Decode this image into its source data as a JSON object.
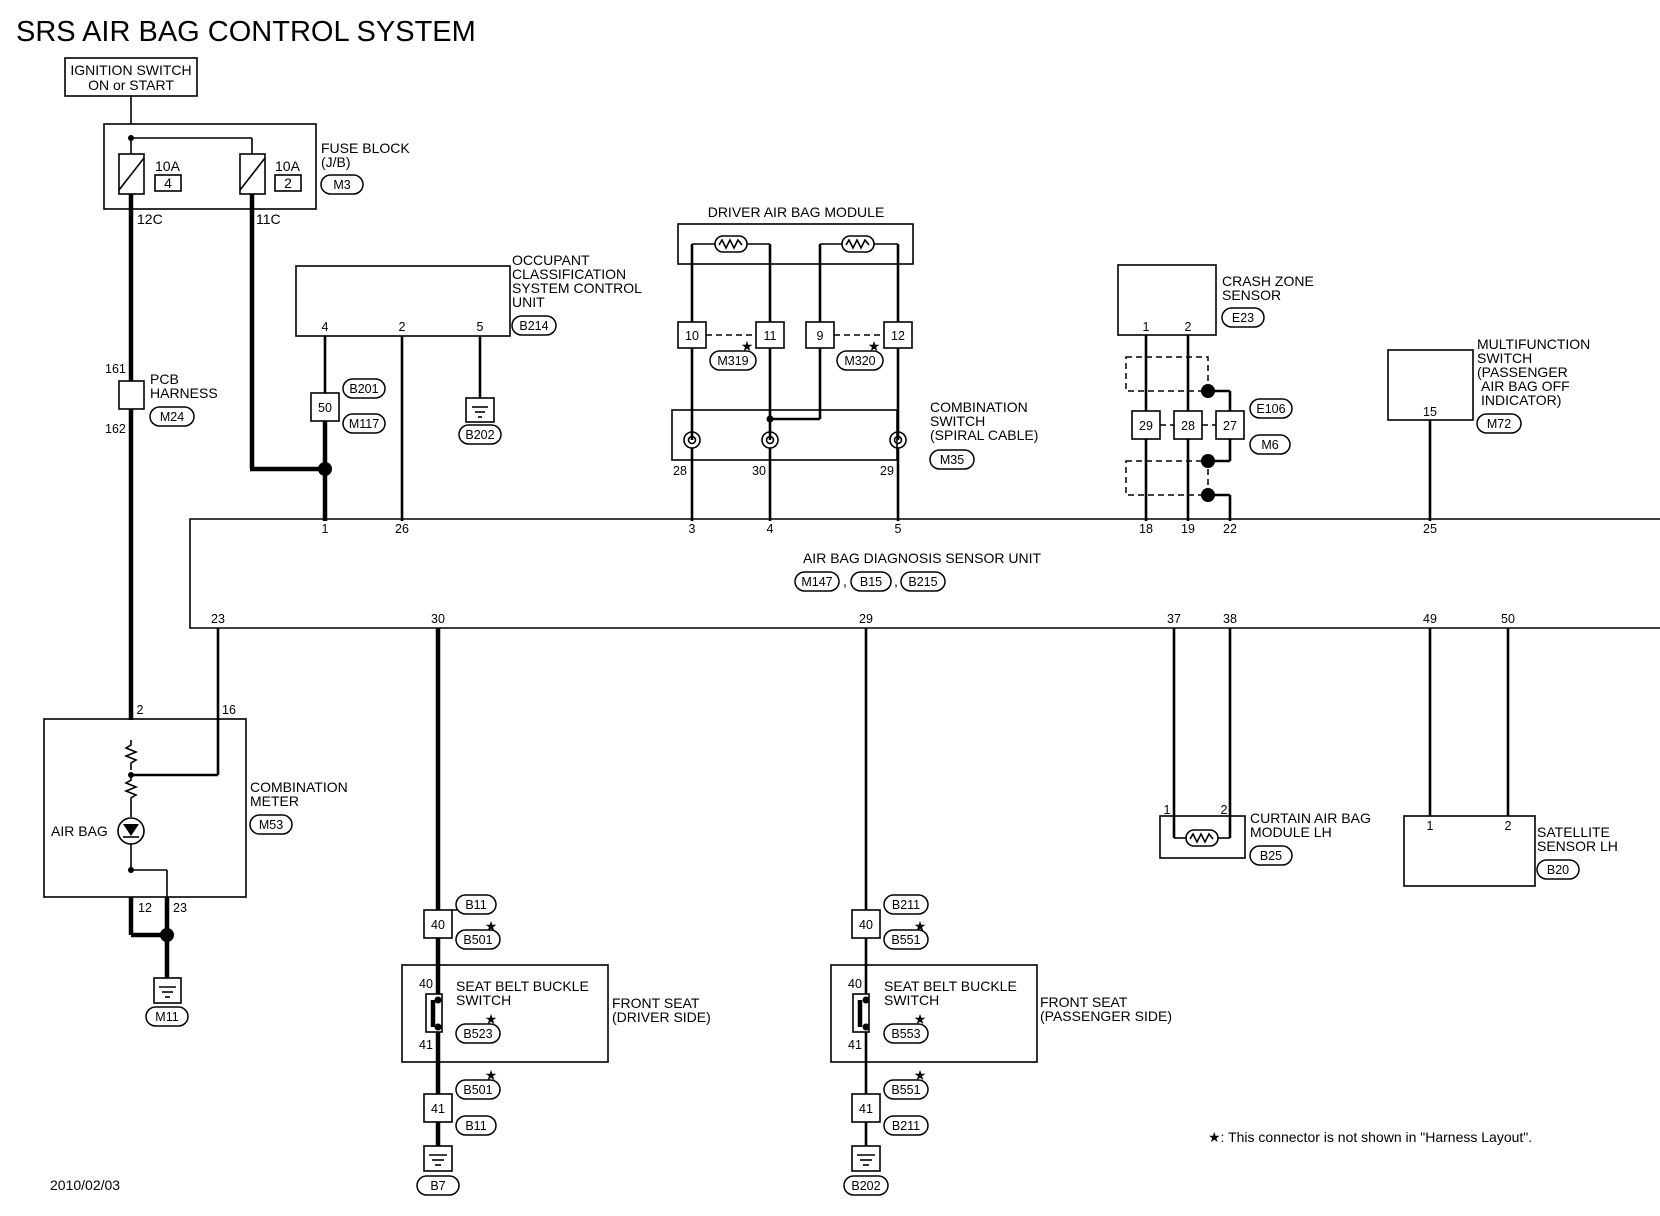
{
  "title": "SRS AIR BAG CONTROL SYSTEM",
  "date": "2010/02/03",
  "footnote": "★: This connector is not shown in \"Harness Layout\".",
  "ignition": {
    "line1": "IGNITION SWITCH",
    "line2": "ON or START"
  },
  "fuse_block": {
    "label1": "FUSE BLOCK",
    "label2": "(J/B)",
    "connector": "M3",
    "fuses": [
      {
        "rating": "10A",
        "number": "4",
        "terminal": "12C"
      },
      {
        "rating": "10A",
        "number": "2",
        "terminal": "11C"
      }
    ]
  },
  "pcb_harness": {
    "label1": "PCB",
    "label2": "HARNESS",
    "connector": "M24",
    "pin_top": "161",
    "pin_bottom": "162"
  },
  "occupant_unit": {
    "label1": "OCCUPANT",
    "label2": "CLASSIFICATION",
    "label3": "SYSTEM CONTROL",
    "label4": "UNIT",
    "connector": "B214",
    "pins": [
      "4",
      "2",
      "5"
    ],
    "joint_pin": "50",
    "joint_connector_top": "B201",
    "joint_connector_bottom": "M117",
    "ground_connector": "B202"
  },
  "driver_airbag": {
    "label": "DRIVER AIR BAG MODULE",
    "pins": [
      "10",
      "11",
      "9",
      "12"
    ],
    "connector_left": "M319",
    "connector_right": "M320"
  },
  "spiral_cable": {
    "label1": "COMBINATION",
    "label2": "SWITCH",
    "label3": "(SPIRAL CABLE)",
    "connector": "M35",
    "pins": [
      "28",
      "30",
      "29"
    ]
  },
  "crash_zone": {
    "label1": "CRASH ZONE",
    "label2": "SENSOR",
    "connector": "E23",
    "pins": [
      "1",
      "2"
    ],
    "joint_pins": [
      "29",
      "28",
      "27"
    ],
    "joint_connector_top": "E106",
    "joint_connector_bottom": "M6"
  },
  "multifunction": {
    "label1": "MULTIFUNCTION",
    "label2": "SWITCH",
    "label3": "(PASSENGER",
    "label4": "AIR BAG OFF",
    "label5": "INDICATOR)",
    "connector": "M72",
    "pin": "15"
  },
  "diag_unit": {
    "label": "AIR BAG DIAGNOSIS SENSOR UNIT",
    "connectors": [
      "M147",
      "B15",
      "B215"
    ],
    "top_pins": [
      "1",
      "26",
      "3",
      "4",
      "5",
      "18",
      "19",
      "22",
      "25"
    ],
    "bottom_pins": [
      "23",
      "30",
      "29",
      "37",
      "38",
      "49",
      "50"
    ]
  },
  "combination_meter": {
    "label1": "COMBINATION",
    "label2": "METER",
    "connector": "M53",
    "airbag_label": "AIR BAG",
    "pins": [
      "2",
      "16",
      "12",
      "23"
    ],
    "ground_connector": "M11"
  },
  "curtain_airbag": {
    "label1": "CURTAIN AIR BAG",
    "label2": "MODULE LH",
    "connector": "B25",
    "pins": [
      "1",
      "2"
    ]
  },
  "satellite_sensor": {
    "label1": "SATELLITE",
    "label2": "SENSOR LH",
    "connector": "B20",
    "pins": [
      "1",
      "2"
    ]
  },
  "seat_driver": {
    "label1": "SEAT BELT BUCKLE",
    "label2": "SWITCH",
    "side1": "FRONT SEAT",
    "side2": "(DRIVER SIDE)",
    "switch_connector": "B523",
    "pins": [
      "40",
      "41"
    ],
    "upper_joint": {
      "pin": "40",
      "connector_top": "B11",
      "connector_bottom": "B501"
    },
    "lower_joint": {
      "pin": "41",
      "connector_top": "B501",
      "connector_bottom": "B11"
    },
    "ground_connector": "B7"
  },
  "seat_passenger": {
    "label1": "SEAT BELT BUCKLE",
    "label2": "SWITCH",
    "side1": "FRONT SEAT",
    "side2": "(PASSENGER SIDE)",
    "switch_connector": "B553",
    "pins": [
      "40",
      "41"
    ],
    "upper_joint": {
      "pin": "40",
      "connector_top": "B211",
      "connector_bottom": "B551"
    },
    "lower_joint": {
      "pin": "41",
      "connector_top": "B551",
      "connector_bottom": "B211"
    },
    "ground_connector": "B202"
  },
  "star": "★",
  "colors": {
    "line": "#000000",
    "background": "#ffffff"
  }
}
